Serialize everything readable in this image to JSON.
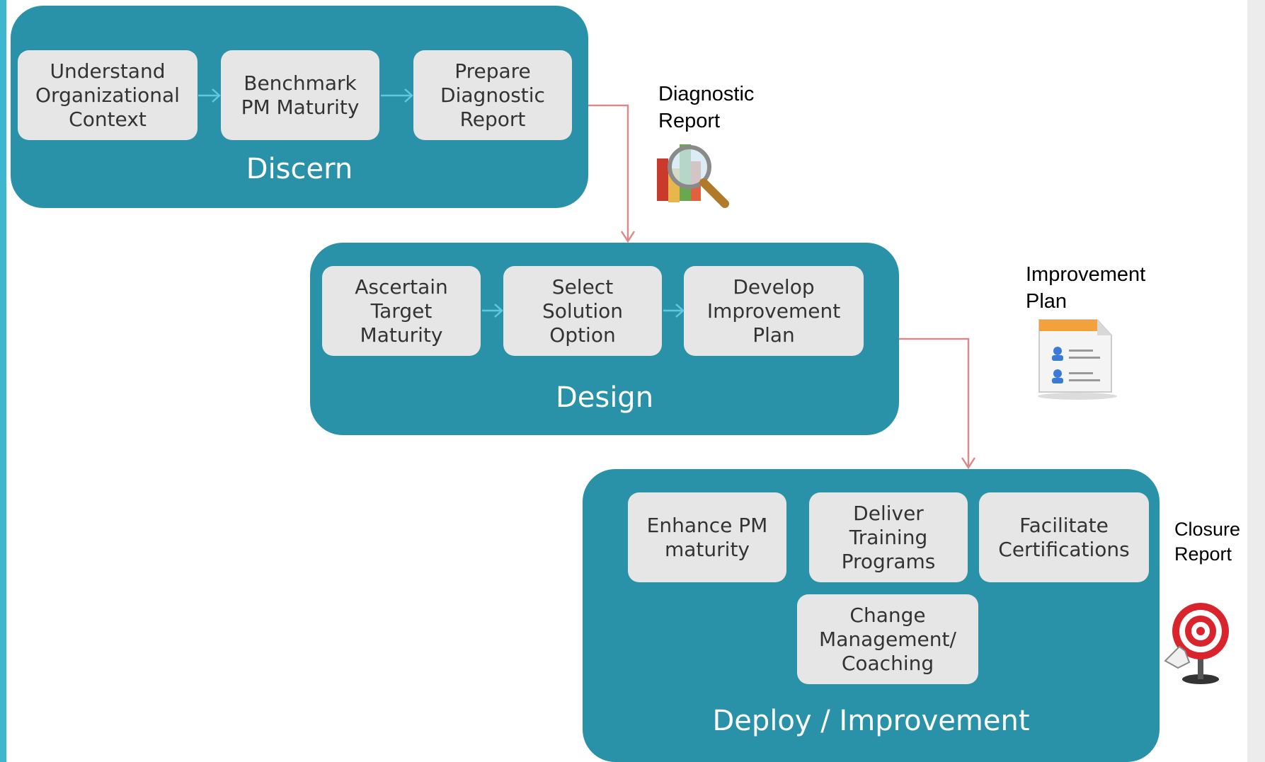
{
  "phases": [
    {
      "label": "Discern",
      "steps": [
        "Understand\nOrganizational\nContext",
        "Benchmark\nPM Maturity",
        "Prepare\nDiagnostic\nReport"
      ]
    },
    {
      "label": "Design",
      "steps": [
        "Ascertain\nTarget\nMaturity",
        "Select\nSolution\nOption",
        "Develop\nImprovement\nPlan"
      ]
    },
    {
      "label": "Deploy / Improvement",
      "steps": [
        "Enhance PM\nmaturity",
        "Deliver\nTraining\nPrograms",
        "Facilitate\nCertifications",
        "Change\nManagement/\nCoaching"
      ]
    }
  ],
  "deliverables": [
    {
      "label": "Diagnostic\nReport",
      "icon": "magnifier-chart-icon"
    },
    {
      "label": "Improvement\nPlan",
      "icon": "document-icon"
    },
    {
      "label": "Closure\nReport",
      "icon": "target-icon"
    }
  ],
  "colors": {
    "phase_fill": "#2a92a8",
    "step_fill": "#e6e6e6",
    "connector": "#d98a8a",
    "step_arrow": "#5ec8e0",
    "left_bar": "#3fb6cf"
  }
}
